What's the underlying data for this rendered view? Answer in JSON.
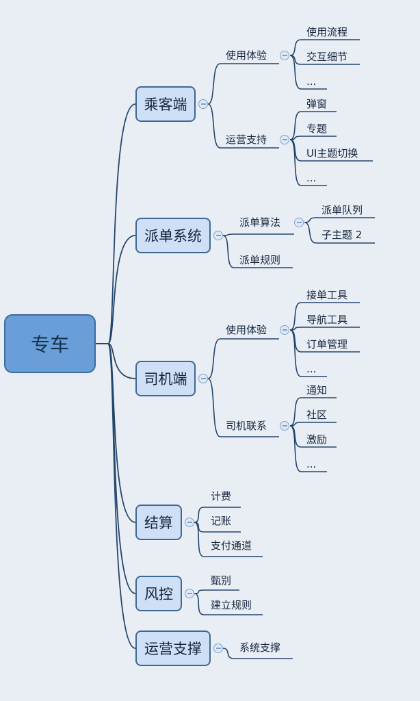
{
  "root": "专车",
  "branches": [
    {
      "label": "乘客端",
      "children": [
        {
          "label": "使用体验",
          "children": [
            "使用流程",
            "交互细节",
            "..."
          ]
        },
        {
          "label": "运营支持",
          "children": [
            "弹窗",
            "专题",
            "UI主题切换",
            "..."
          ]
        }
      ]
    },
    {
      "label": "派单系统",
      "children": [
        {
          "label": "派单算法",
          "children": [
            "派单队列",
            "子主题 2"
          ]
        },
        {
          "label": "派单规则",
          "children": []
        }
      ]
    },
    {
      "label": "司机端",
      "children": [
        {
          "label": "使用体验",
          "children": [
            "接单工具",
            "导航工具",
            "订单管理",
            "..."
          ]
        },
        {
          "label": "司机联系",
          "children": [
            "通知",
            "社区",
            "激励",
            "..."
          ]
        }
      ]
    },
    {
      "label": "结算",
      "children": [
        {
          "label": "计费",
          "children": []
        },
        {
          "label": "记账",
          "children": []
        },
        {
          "label": "支付通道",
          "children": []
        }
      ]
    },
    {
      "label": "风控",
      "children": [
        {
          "label": "甄别",
          "children": []
        },
        {
          "label": "建立规则",
          "children": []
        }
      ]
    },
    {
      "label": "运营支撑",
      "children": [
        {
          "label": "系统支撑",
          "children": []
        }
      ]
    }
  ]
}
